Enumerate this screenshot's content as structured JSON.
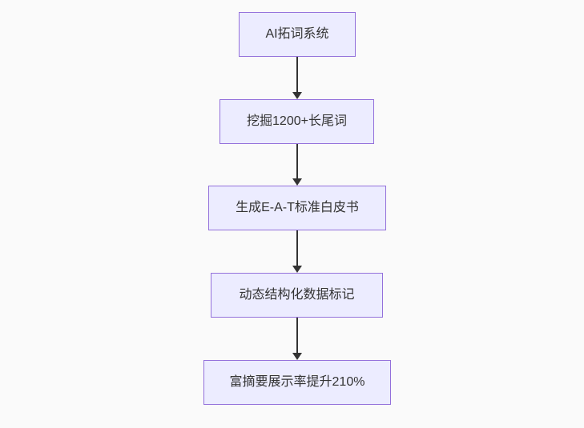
{
  "flowchart": {
    "type": "flowchart-top-down",
    "nodes": [
      {
        "id": "A",
        "label": "AI拓词系统"
      },
      {
        "id": "B",
        "label": "挖掘1200+长尾词"
      },
      {
        "id": "C",
        "label": "生成E-A-T标准白皮书"
      },
      {
        "id": "D",
        "label": "动态结构化数据标记"
      },
      {
        "id": "E",
        "label": "富摘要展示率提升210%"
      }
    ],
    "edges": [
      {
        "from": "A",
        "to": "B"
      },
      {
        "from": "B",
        "to": "C"
      },
      {
        "from": "C",
        "to": "D"
      },
      {
        "from": "D",
        "to": "E"
      }
    ],
    "colors": {
      "background": "#fafafa",
      "node_fill": "#ececff",
      "node_border": "#9370db",
      "arrow": "#333333",
      "text": "#333333"
    }
  }
}
